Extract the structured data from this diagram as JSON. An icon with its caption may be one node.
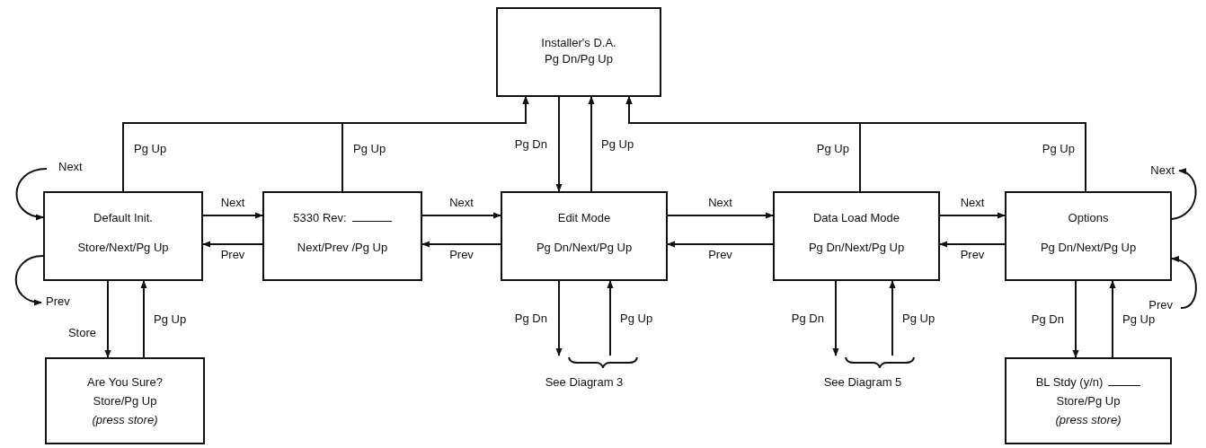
{
  "diagram": {
    "nodes": [
      {
        "text": [
          "Installer's D.A.",
          "Pg Dn/Pg Up"
        ]
      },
      {
        "text": [
          "Default Init.",
          "Store/Next/Pg Up"
        ]
      },
      {
        "text": [
          "5330 Rev:",
          "Next/Prev /Pg Up"
        ]
      },
      {
        "text": [
          "Edit Mode",
          "Pg Dn/Next/Pg Up"
        ]
      },
      {
        "text": [
          "Data Load Mode",
          "Pg Dn/Next/Pg Up"
        ]
      },
      {
        "text": [
          "Options",
          "Pg Dn/Next/Pg Up"
        ]
      },
      {
        "text": [
          "Are You Sure?",
          "Store/Pg Up",
          "(press store)"
        ]
      },
      {
        "text": [
          "BL Stdy (y/n)",
          "Store/Pg Up",
          "(press store)"
        ]
      },
      {
        "text": [
          "See Diagram 3"
        ]
      },
      {
        "text": [
          "See Diagram 5"
        ]
      }
    ],
    "edges": [
      {
        "from": null,
        "to": 1,
        "arrow": "to",
        "label": "Next"
      },
      {
        "from": 1,
        "to": null,
        "arrow": "to",
        "label": "Prev"
      },
      {
        "from": 1,
        "to": 2,
        "arrow": "to",
        "label": "Next"
      },
      {
        "from": 2,
        "to": 1,
        "arrow": "to",
        "label": "Prev"
      },
      {
        "from": 2,
        "to": 3,
        "arrow": "to",
        "label": "Next"
      },
      {
        "from": 3,
        "to": 2,
        "arrow": "to",
        "label": "Prev"
      },
      {
        "from": 3,
        "to": 4,
        "arrow": "to",
        "label": "Next"
      },
      {
        "from": 4,
        "to": 3,
        "arrow": "to",
        "label": "Prev"
      },
      {
        "from": 4,
        "to": 5,
        "arrow": "to",
        "label": "Next"
      },
      {
        "from": 5,
        "to": 4,
        "arrow": "to",
        "label": "Prev"
      },
      {
        "from": 5,
        "to": null,
        "arrow": "to",
        "label": "Next"
      },
      {
        "from": null,
        "to": 5,
        "arrow": "to",
        "label": "Prev"
      },
      {
        "from": 1,
        "to": 0,
        "arrow": "to",
        "label": "Pg Up"
      },
      {
        "from": 2,
        "to": 0,
        "arrow": "to",
        "label": "Pg Up"
      },
      {
        "from": 0,
        "to": 3,
        "arrow": "to",
        "label": "Pg Dn"
      },
      {
        "from": 3,
        "to": 0,
        "arrow": "to",
        "label": "Pg Up"
      },
      {
        "from": 4,
        "to": 0,
        "arrow": "to",
        "label": "Pg Up"
      },
      {
        "from": 5,
        "to": 0,
        "arrow": "to",
        "label": "Pg Up"
      },
      {
        "from": 1,
        "to": 6,
        "arrow": "to",
        "label": "Store"
      },
      {
        "from": 6,
        "to": 1,
        "arrow": "to",
        "label": "Pg Up"
      },
      {
        "from": 3,
        "to": 8,
        "arrow": "to",
        "label": "Pg Dn"
      },
      {
        "from": 8,
        "to": 3,
        "arrow": "to",
        "label": "Pg Up"
      },
      {
        "from": 4,
        "to": 9,
        "arrow": "to",
        "label": "Pg Dn"
      },
      {
        "from": 9,
        "to": 4,
        "arrow": "to",
        "label": "Pg Up"
      },
      {
        "from": 5,
        "to": 7,
        "arrow": "to",
        "label": "Pg Dn"
      },
      {
        "from": 7,
        "to": 5,
        "arrow": "to",
        "label": "Pg Up"
      }
    ]
  }
}
